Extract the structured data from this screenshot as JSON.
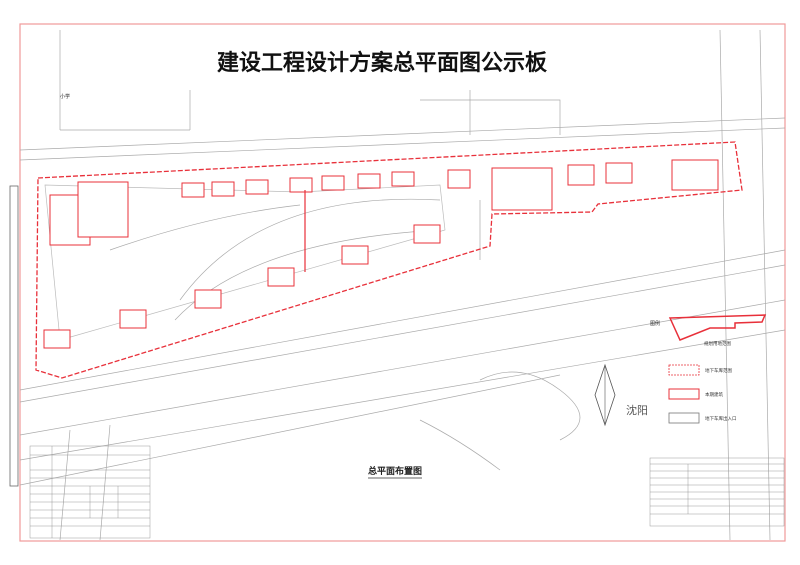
{
  "title": "建设工程设计方案总平面图公示板",
  "drawing_title": "总平面布置图",
  "labels": {
    "school": "小学",
    "city": "沈阳",
    "legend_title": "图例"
  },
  "legend": [
    {
      "label": "规划用地范围"
    },
    {
      "label": "地下车库范围"
    },
    {
      "label": "本期建筑"
    },
    {
      "label": "地下车库出入口"
    }
  ],
  "colors": {
    "boundary": "#e8303a",
    "line": "#9a9a9a",
    "frame": "#f08080"
  }
}
